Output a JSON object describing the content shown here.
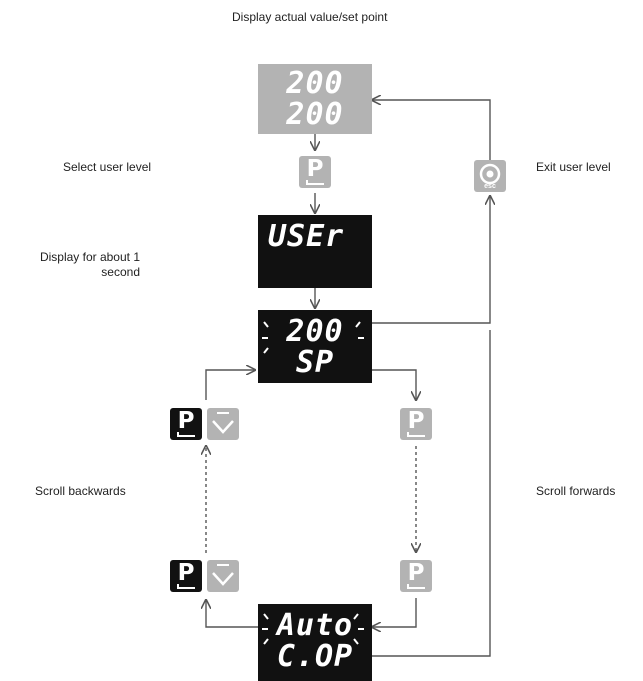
{
  "labels": {
    "top": "Display actual value/set point",
    "select_user_level": "Select user level",
    "exit_user_level": "Exit user level",
    "display_about": "Display for about 1 second",
    "scroll_backwards": "Scroll backwards",
    "scroll_forwards": "Scroll forwards"
  },
  "displays": {
    "main": {
      "line1": "200",
      "line2": "200"
    },
    "user": {
      "line1": "USEr"
    },
    "setpoint": {
      "line1": "200",
      "line2": "SP"
    },
    "autocop": {
      "line1": "Auto",
      "line2": "C.OP"
    }
  },
  "keys": {
    "p": "P",
    "esc": "esc"
  },
  "colors": {
    "grey_display": "#b3b3b3",
    "black_display": "#111111",
    "grey_key": "#b3b3b3",
    "black_key": "#111111",
    "line": "#555555"
  }
}
